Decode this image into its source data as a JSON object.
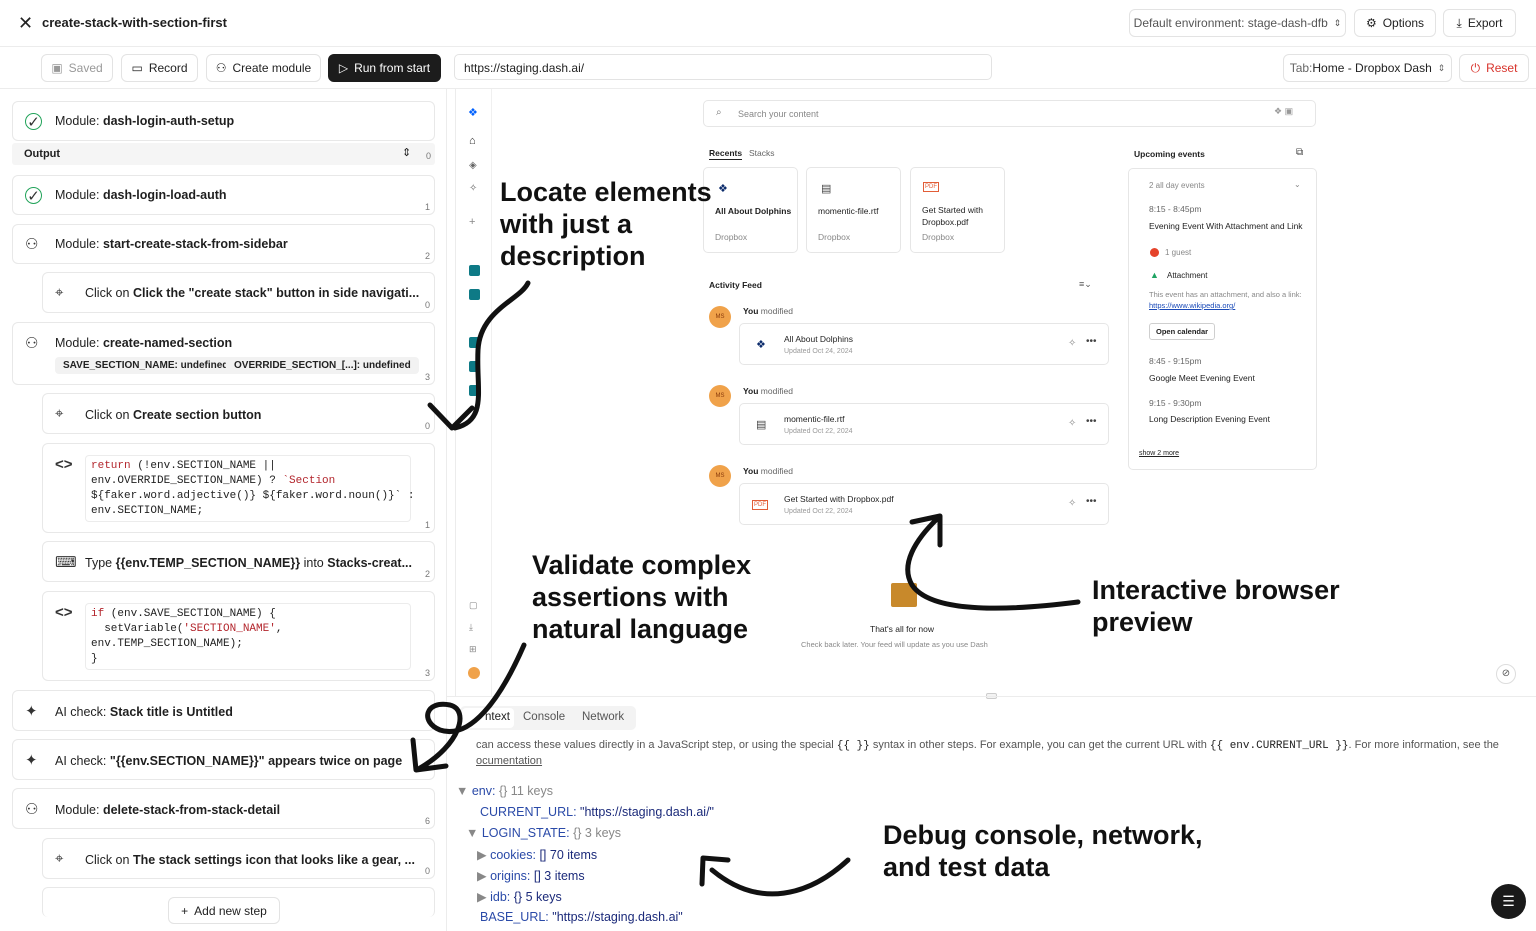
{
  "window": {
    "title": "create-stack-with-section-first"
  },
  "header": {
    "environment": "Default environment: stage-dash-dfb",
    "options": "Options",
    "export": "Export"
  },
  "toolbar": {
    "saved": "Saved",
    "record": "Record",
    "create_module": "Create module",
    "run": "Run from start",
    "url": "https://staging.dash.ai/",
    "tab_prefix": "Tab: ",
    "tab_name": "Home - Dropbox Dash",
    "reset": "Reset"
  },
  "steps": {
    "s1": {
      "label_prefix": "Module: ",
      "label": "dash-login-auth-setup"
    },
    "output": {
      "label": "Output",
      "num": "0"
    },
    "s2": {
      "label_prefix": "Module: ",
      "label": "dash-login-load-auth",
      "num": "1"
    },
    "s3": {
      "label_prefix": "Module: ",
      "label": "start-create-stack-from-sidebar",
      "num": "2"
    },
    "s3a": {
      "prefix": "Click on ",
      "label": "Click the \"create stack\" button in side navigati...",
      "num": "0"
    },
    "s4": {
      "label_prefix": "Module: ",
      "label": "create-named-section",
      "num": "3",
      "tag1": "SAVE_SECTION_NAME: undefined",
      "tag2": "OVERRIDE_SECTION_[...]: undefined"
    },
    "s4a": {
      "prefix": "Click on ",
      "label": "Create section button",
      "num": "0"
    },
    "s4b": {
      "num": "1"
    },
    "s4c": {
      "prefix": "Type ",
      "label": "{{env.TEMP_SECTION_NAME}}",
      "mid": " into ",
      "label2": "Stacks-creat...",
      "num": "2"
    },
    "s4d": {
      "num": "3"
    },
    "s5": {
      "prefix": "AI check: ",
      "label": "Stack title is Untitled"
    },
    "s6": {
      "prefix": "AI check: ",
      "label": "\"{{env.SECTION_NAME}}\" appears twice on page"
    },
    "s7": {
      "label_prefix": "Module: ",
      "label": "delete-stack-from-stack-detail",
      "num": "6"
    },
    "s7a": {
      "prefix": "Click on ",
      "label": "The stack settings icon that looks like a gear, ...",
      "num": "0"
    },
    "add_step": "Add new step"
  },
  "code1": {
    "l1a": "return",
    "l1b": " (!env.SECTION_NAME ||",
    "l2a": "env.OVERRIDE_SECTION_NAME) ? ",
    "l2b": "`Section",
    "l3": "${faker.word.adjective()} ${faker.word.noun()}`",
    "l3b": " :",
    "l4": "env.SECTION_NAME;"
  },
  "code2": {
    "l1a": "if",
    "l1b": " (env.SAVE_SECTION_NAME) {",
    "l2a": "  setVariable(",
    "l2b": "'SECTION_NAME'",
    "l2c": ",",
    "l3": "env.TEMP_SECTION_NAME);",
    "l4": "}"
  },
  "browser": {
    "search_placeholder": "Search your content",
    "tabs": [
      "Recents",
      "Stacks"
    ],
    "files": [
      {
        "name": "All About Dolphins",
        "source": "Dropbox"
      },
      {
        "name": "momentic-file.rtf",
        "source": "Dropbox"
      },
      {
        "name": "Get Started with Dropbox.pdf",
        "source": "Dropbox"
      }
    ],
    "activity_title": "Activity Feed",
    "feed": [
      {
        "avatar": "MS",
        "who": "You",
        "action": " modified",
        "file": "All About Dolphins",
        "updated": "Updated Oct 24, 2024"
      },
      {
        "avatar": "MS",
        "who": "You",
        "action": " modified",
        "file": "momentic-file.rtf",
        "updated": "Updated Oct 22, 2024"
      },
      {
        "avatar": "MS",
        "who": "You",
        "action": " modified",
        "file": "Get Started with Dropbox.pdf",
        "updated": "Updated Oct 22, 2024"
      }
    ],
    "empty_title": "That's all for now",
    "empty_sub": "Check back later. Your feed will update as you use Dash",
    "events": {
      "title": "Upcoming events",
      "all_day": "2 all day events",
      "e1_time": "8:15 - 8:45pm",
      "e1_title": "Evening Event With Attachment and Link",
      "e1_guest": "1 guest",
      "e1_attach": "Attachment",
      "e1_desc": "This event has an attachment, and also a link:",
      "e1_link": "https://www.wikipedia.org/",
      "open_cal": "Open calendar",
      "e2_time": "8:45 - 9:15pm",
      "e2_title": "Google Meet Evening Event",
      "e3_time": "9:15 - 9:30pm",
      "e3_title": "Long Description Evening Event",
      "show_more": "show 2 more"
    }
  },
  "console": {
    "tabs": [
      "Context",
      "Console",
      "Network"
    ],
    "tab_visible": "ntext",
    "info1": "can access these values directly in a JavaScript step, or using the special ",
    "info_code1": "{{ }}",
    "info2": " syntax in other steps. For example, you can get the current URL with ",
    "info_code2": "{{ env.CURRENT_URL }}",
    "info3": ". For more information, see the",
    "info4": "ocumentation",
    "tree": {
      "env": "env:",
      "env_meta": "{} 11 keys",
      "current_url_k": "CURRENT_URL:",
      "current_url_v": "\"https://staging.dash.ai/\"",
      "login_k": "LOGIN_STATE:",
      "login_meta": "{} 3 keys",
      "cookies_k": "cookies:",
      "cookies_meta": "[] 70 items",
      "origins_k": "origins:",
      "origins_meta": "[] 3 items",
      "idb_k": "idb:",
      "idb_meta": "{} 5 keys",
      "base_k": "BASE_URL:",
      "base_v": "\"https://staging.dash.ai\""
    }
  },
  "callouts": {
    "locate": "Locate elements with just a description",
    "validate": "Validate complex assertions with natural language",
    "interactive": "Interactive browser preview",
    "debug": "Debug console, network, and test data"
  }
}
